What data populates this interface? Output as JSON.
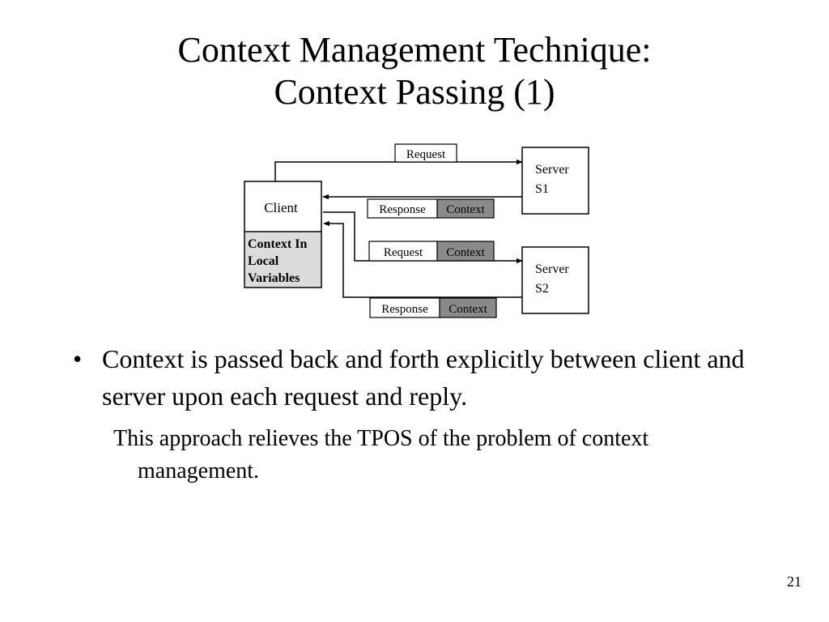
{
  "slide": {
    "title_line1": "Context Management Technique:",
    "title_line2": "Context Passing (1)",
    "page_number": "21"
  },
  "diagram": {
    "client_label": "Client",
    "client_local_line1": "Context In",
    "client_local_line2": "Local",
    "client_local_line3": "Variables",
    "server1_line1": "Server",
    "server1_line2": "S1",
    "server2_line1": "Server",
    "server2_line2": "S2",
    "msg1_request": "Request",
    "msg2_response": "Response",
    "msg2_context": "Context",
    "msg3_request": "Request",
    "msg3_context": "Context",
    "msg4_response": "Response",
    "msg4_context": "Context",
    "context_fill": "#8a8a8a",
    "local_fill": "#dcdcdc"
  },
  "bullets": {
    "main": "Context is passed back and forth explicitly between client and server upon each request and reply.",
    "sub": "This approach relieves the TPOS of the problem of context management.",
    "marker": "•"
  }
}
